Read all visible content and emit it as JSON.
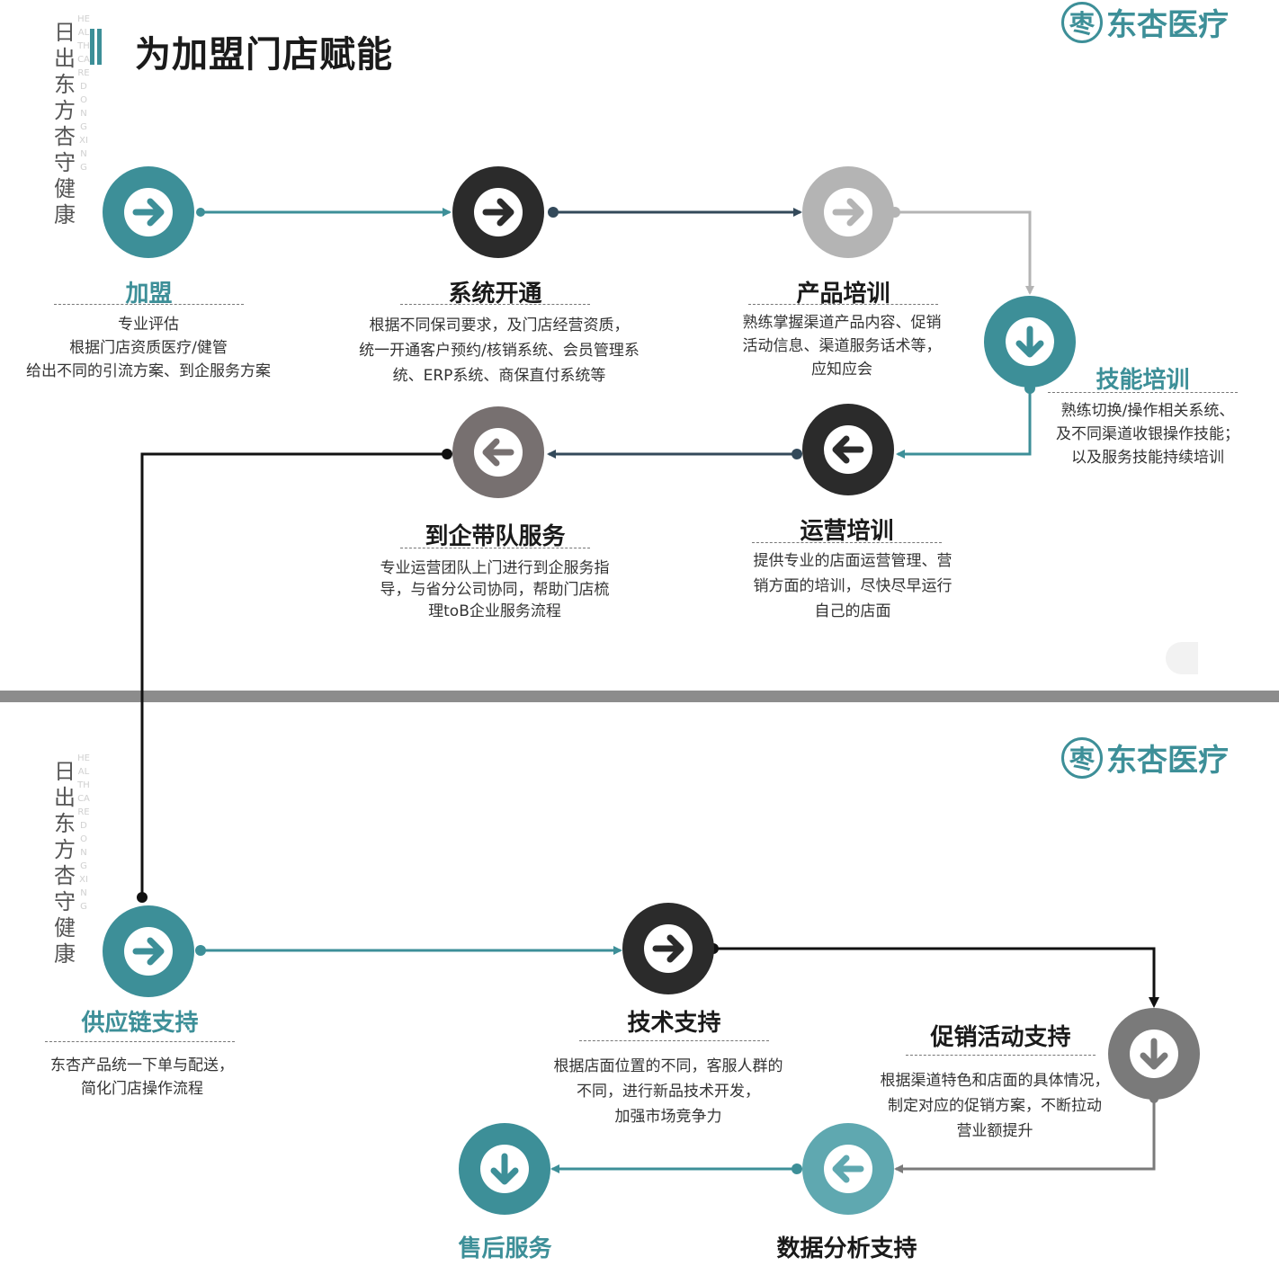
{
  "header": {
    "title": "为加盟门店赋能",
    "side_text_cn": "日出东方 杏守健康",
    "side_text_en": "HEALTHCAREDONGXING",
    "logo_mark": "枣",
    "logo_text": "东杏医疗"
  },
  "colors": {
    "teal": "#3d8f98",
    "charcoal": "#2b2b2b",
    "navy": "#33495a",
    "light_gray": "#b4b4b4",
    "mid_gray": "#7a7a7a",
    "warm_gray": "#777070",
    "light_teal": "#5fa8b0",
    "black": "#111111"
  },
  "steps": {
    "join": {
      "title": "加盟",
      "desc": [
        "专业评估",
        "根据门店资质医疗/健管",
        "给出不同的引流方案、到企服务方案"
      ]
    },
    "system": {
      "title": "系统开通",
      "desc": [
        "根据不同保司要求，及门店经营资质，",
        "统一开通客户预约/核销系统、会员管理系",
        "统、ERP系统、商保直付系统等"
      ]
    },
    "product": {
      "title": "产品培训",
      "desc": [
        "熟练掌握渠道产品内容、促销",
        "活动信息、渠道服务话术等，",
        "应知应会"
      ]
    },
    "skill": {
      "title": "技能培训",
      "desc": [
        "熟练切换/操作相关系统、",
        "及不同渠道收银操作技能；",
        "以及服务技能持续培训"
      ]
    },
    "operation": {
      "title": "运营培训",
      "desc": [
        "提供专业的店面运营管理、营",
        "销方面的培训，尽快尽早运行",
        "自己的店面"
      ]
    },
    "enterprise": {
      "title": "到企带队服务",
      "desc": [
        "专业运营团队上门进行到企服务指",
        "导，与省分公司协同，帮助门店梳",
        "理toB企业服务流程"
      ]
    },
    "supply": {
      "title": "供应链支持",
      "desc": [
        "东杏产品统一下单与配送，",
        "简化门店操作流程"
      ]
    },
    "tech": {
      "title": "技术支持",
      "desc": [
        "根据店面位置的不同，客服人群的",
        "不同，进行新品技术开发，",
        "加强市场竞争力"
      ]
    },
    "promo": {
      "title": "促销活动支持",
      "desc": [
        "根据渠道特色和店面的具体情况，",
        "制定对应的促销方案，不断拉动",
        "营业额提升"
      ]
    },
    "data": {
      "title": "数据分析支持"
    },
    "aftersales": {
      "title": "售后服务"
    }
  },
  "icons": {
    "join": "arrow-right-icon",
    "system": "arrow-right-icon",
    "product": "arrow-right-icon",
    "skill": "arrow-down-icon",
    "operation": "arrow-left-icon",
    "enterprise": "arrow-left-icon",
    "supply": "arrow-right-icon",
    "tech": "arrow-right-icon",
    "promo": "arrow-down-icon",
    "data": "arrow-left-icon",
    "aftersales": "arrow-down-icon"
  }
}
